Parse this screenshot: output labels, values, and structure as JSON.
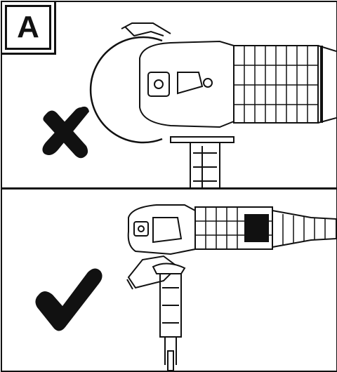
{
  "figure": {
    "label": "A",
    "panels": [
      {
        "id": "incorrect",
        "mark": "cross-icon"
      },
      {
        "id": "correct",
        "mark": "check-icon"
      }
    ]
  },
  "colors": {
    "ink": "#111111",
    "background": "#ffffff"
  }
}
